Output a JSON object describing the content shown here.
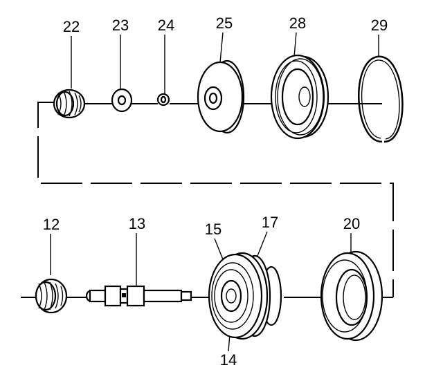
{
  "callouts": {
    "c22": "22",
    "c23": "23",
    "c24": "24",
    "c25": "25",
    "c28": "28",
    "c29": "29",
    "c12": "12",
    "c13": "13",
    "c15": "15",
    "c17": "17",
    "c20": "20",
    "c14": "14"
  }
}
